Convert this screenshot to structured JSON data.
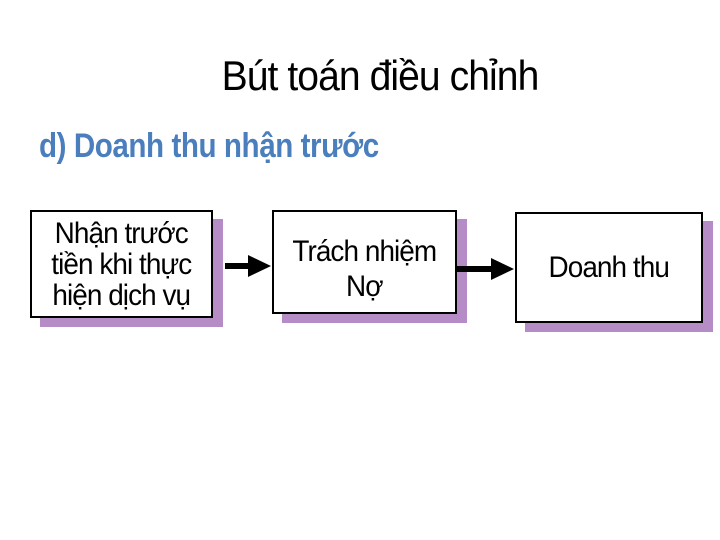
{
  "slide": {
    "title": "Bút toán điều chỉnh",
    "subtitle": "d) Doanh thu nhận trước",
    "flow": {
      "boxes": [
        {
          "id": "receive-cash",
          "lines": [
            "Nhận trước",
            "tiền khi thực",
            "hiện dịch vụ"
          ]
        },
        {
          "id": "liability-debit",
          "lines": [
            "Trách nhiệm",
            "Nợ"
          ]
        },
        {
          "id": "revenue",
          "lines": [
            "Doanh thu"
          ]
        }
      ],
      "arrows": [
        "right",
        "right"
      ]
    },
    "colors": {
      "background": "#ffffff",
      "title_text": "#000000",
      "subtitle_text": "#4a7ebd",
      "box_fill": "#ffffff",
      "box_border": "#000000",
      "box_shadow": "#b58cc6",
      "arrow": "#000000"
    }
  }
}
